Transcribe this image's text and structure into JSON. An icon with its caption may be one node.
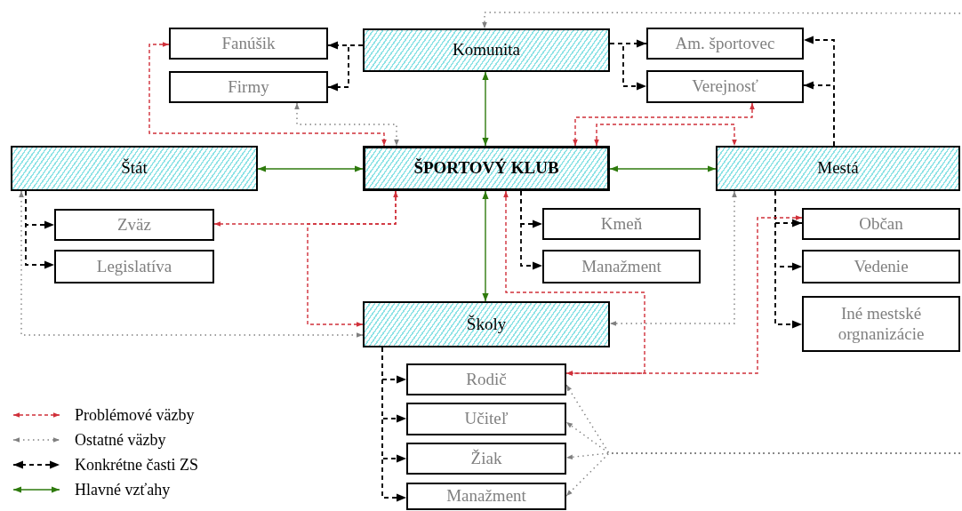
{
  "diagram": {
    "nodes": [
      {
        "text": [
          "Fanúšik"
        ]
      },
      {
        "text": [
          "Komunita"
        ]
      },
      {
        "text": [
          "Am. športovec"
        ]
      },
      {
        "text": [
          "Firmy"
        ]
      },
      {
        "text": [
          "Verejnosť"
        ]
      },
      {
        "text": [
          "Štát"
        ]
      },
      {
        "text": [
          "ŠPORTOVÝ KLUB"
        ]
      },
      {
        "text": [
          "Mestá"
        ]
      },
      {
        "text": [
          "Zväz"
        ]
      },
      {
        "text": [
          "Kmeň"
        ]
      },
      {
        "text": [
          "Občan"
        ]
      },
      {
        "text": [
          "Legislatíva"
        ]
      },
      {
        "text": [
          "Manažment"
        ]
      },
      {
        "text": [
          "Vedenie"
        ]
      },
      {
        "text": [
          "Iné mestské orgnanizácie"
        ]
      },
      {
        "text": [
          "Školy"
        ]
      },
      {
        "text": [
          "Rodič"
        ]
      },
      {
        "text": [
          "Učiteľ"
        ]
      },
      {
        "text": [
          "Žiak"
        ]
      },
      {
        "text": [
          "Manažment"
        ]
      }
    ],
    "edges": [
      {
        "from": 1,
        "to": 6,
        "arrow": "both",
        "color": "#2e7a0c"
      },
      {
        "from": 5,
        "to": 6,
        "arrow": "both",
        "color": "#2e7a0c"
      },
      {
        "from": 6,
        "to": 7,
        "arrow": "both",
        "color": "#2e7a0c"
      },
      {
        "from": 6,
        "to": 15,
        "arrow": "both",
        "color": "#2e7a0c"
      },
      {
        "from": 1,
        "to": 0,
        "arrow": "to",
        "style": "dashed"
      },
      {
        "from": 1,
        "to": 3,
        "arrow": "to",
        "style": "dashed"
      },
      {
        "from": 1,
        "to": 2,
        "arrow": "to",
        "style": "dashed"
      },
      {
        "from": 1,
        "to": 4,
        "arrow": "to",
        "style": "dashed"
      },
      {
        "from": 7,
        "to": 2,
        "arrow": "to",
        "style": "dashed"
      },
      {
        "from": 7,
        "to": 4,
        "arrow": "to",
        "style": "dashed"
      },
      {
        "from": 5,
        "to": 8,
        "arrow": "to",
        "style": "dashed"
      },
      {
        "from": 5,
        "to": 11,
        "arrow": "to",
        "style": "dashed"
      },
      {
        "from": 6,
        "to": 9,
        "arrow": "to",
        "style": "dashed"
      },
      {
        "from": 6,
        "to": 12,
        "arrow": "to",
        "style": "dashed"
      },
      {
        "from": 7,
        "to": 10,
        "arrow": "to",
        "style": "dashed"
      },
      {
        "from": 7,
        "to": 13,
        "arrow": "to",
        "style": "dashed"
      },
      {
        "from": 7,
        "to": 14,
        "arrow": "to",
        "style": "dashed"
      },
      {
        "from": 15,
        "to": 16,
        "arrow": "to",
        "style": "dashed"
      },
      {
        "from": 15,
        "to": 17,
        "arrow": "to",
        "style": "dashed"
      },
      {
        "from": 15,
        "to": 18,
        "arrow": "to",
        "style": "dashed"
      },
      {
        "from": 15,
        "to": 19,
        "arrow": "to",
        "style": "dashed"
      },
      {
        "from": 0,
        "to": 6,
        "arrow": "both",
        "style": "dashed",
        "color": "#d0303a"
      },
      {
        "from": 6,
        "to": 8,
        "arrow": "both",
        "style": "dashed",
        "color": "#d0303a"
      },
      {
        "from": 6,
        "to": 15,
        "arrow": "to",
        "style": "dashed",
        "color": "#d0303a"
      },
      {
        "from": 4,
        "to": 6,
        "arrow": "both",
        "style": "dashed",
        "color": "#d0303a"
      },
      {
        "from": 6,
        "to": 7,
        "arrow": "both",
        "style": "dashed",
        "color": "#d0303a"
      },
      {
        "from": 6,
        "to": 16,
        "arrow": "both",
        "style": "dashed",
        "color": "#d0303a"
      },
      {
        "from": 10,
        "to": 16,
        "arrow": "both",
        "style": "dashed",
        "color": "#d0303a"
      },
      {
        "from": null,
        "to": 1,
        "arrow": "to",
        "style": "dashed",
        "color": "#808080"
      },
      {
        "from": 3,
        "to": 6,
        "arrow": "both",
        "style": "dashed",
        "color": "#808080"
      },
      {
        "from": 5,
        "to": 15,
        "arrow": "both",
        "style": "dashed",
        "color": "#808080"
      },
      {
        "from": 7,
        "to": 15,
        "arrow": "both",
        "style": "dashed",
        "color": "#808080"
      },
      {
        "from": null,
        "to": 16,
        "arrow": "to",
        "style": "dashed",
        "color": "#808080"
      },
      {
        "from": null,
        "to": 17,
        "arrow": "to",
        "style": "dashed",
        "color": "#808080"
      },
      {
        "from": null,
        "to": 18,
        "arrow": "to",
        "style": "dashed",
        "color": "#808080"
      },
      {
        "from": null,
        "to": 19,
        "arrow": "to",
        "style": "dashed",
        "color": "#808080"
      }
    ],
    "legend": [
      {
        "text": "Problémové väzby"
      },
      {
        "text": "Ostatné väzby"
      },
      {
        "text": "Konkrétne časti ZS"
      },
      {
        "text": "Hlavné vzťahy"
      }
    ]
  }
}
